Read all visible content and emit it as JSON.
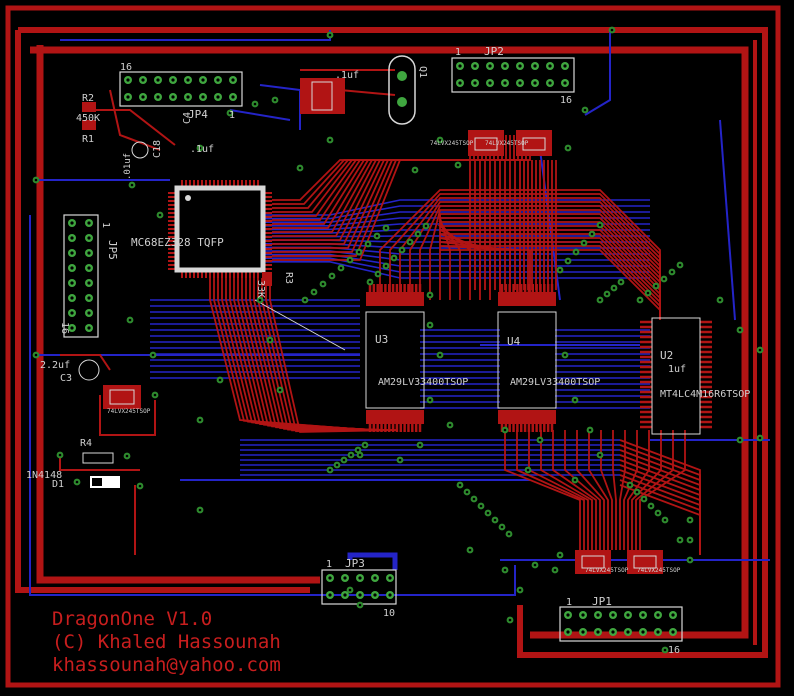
{
  "board": {
    "credits": [
      "DragonOne V1.0",
      "(C) Khaled Hassounah",
      "khassounah@yahoo.com"
    ]
  },
  "components": {
    "cpu": "MC68EZ328 TQFP",
    "u3_ref": "U3",
    "u3_part": "AM29LV33400TSOP",
    "u4_ref": "U4",
    "u4_part": "AM29LV33400TSOP",
    "u2_ref": "U2",
    "u2_part": "MT4LC4M16R6TSOP",
    "u2_val": "1uf",
    "jp1": "JP1",
    "jp2": "JP2",
    "jp3": "JP3",
    "jp4": "JP4",
    "jp5": "JP5",
    "pin_1": "1",
    "pin_16": "16",
    "pin_10": "10",
    "q1": "Q1",
    "r1": "R1",
    "r2": "R2",
    "r2_val": "450K",
    "r3": "R3",
    "r3_val": "33K",
    "r4": "R4",
    "c3": "C3",
    "c3_val": "2.2uf",
    "c4": "C4",
    "c18": "C18",
    "cap_val_01": ".01uf",
    "cap_val_1": ".1uf",
    "d1": "D1",
    "d1_part": "1N4148",
    "buffer_part": "74LVX245TSOP"
  }
}
